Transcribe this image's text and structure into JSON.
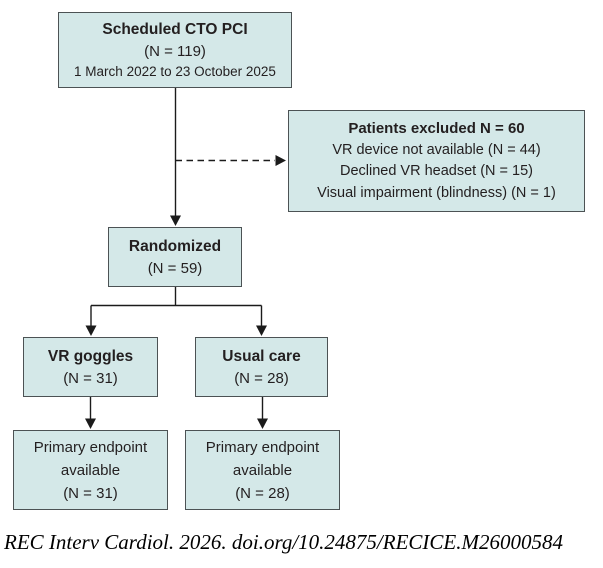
{
  "colors": {
    "box_fill": "#d4e8e8",
    "box_border": "#4c5254",
    "connector": "#1b1b1b",
    "text": "#231f20",
    "background": "#ffffff"
  },
  "flowchart": {
    "screened": {
      "title": "Scheduled CTO PCI",
      "n": "(N = 119)",
      "period": "1 March 2022 to 23 October 2025"
    },
    "excluded": {
      "title": "Patients excluded N = 60",
      "reasons": [
        "VR device not available (N = 44)",
        "Declined VR headset (N = 15)",
        "Visual impairment (blindness) (N = 1)"
      ]
    },
    "randomized": {
      "title": "Randomized",
      "n": "(N = 59)"
    },
    "arm_vr": {
      "title": "VR goggles",
      "n": "(N = 31)"
    },
    "arm_usual": {
      "title": "Usual care",
      "n": "(N = 28)"
    },
    "endpoint_vr": {
      "line1": "Primary endpoint",
      "line2": "available",
      "n": "(N = 31)"
    },
    "endpoint_usual": {
      "line1": "Primary endpoint",
      "line2": "available",
      "n": "(N = 28)"
    }
  },
  "footer": {
    "citation": "REC Interv Cardiol. 2026. doi.org/10.24875/RECICE.M26000584"
  }
}
